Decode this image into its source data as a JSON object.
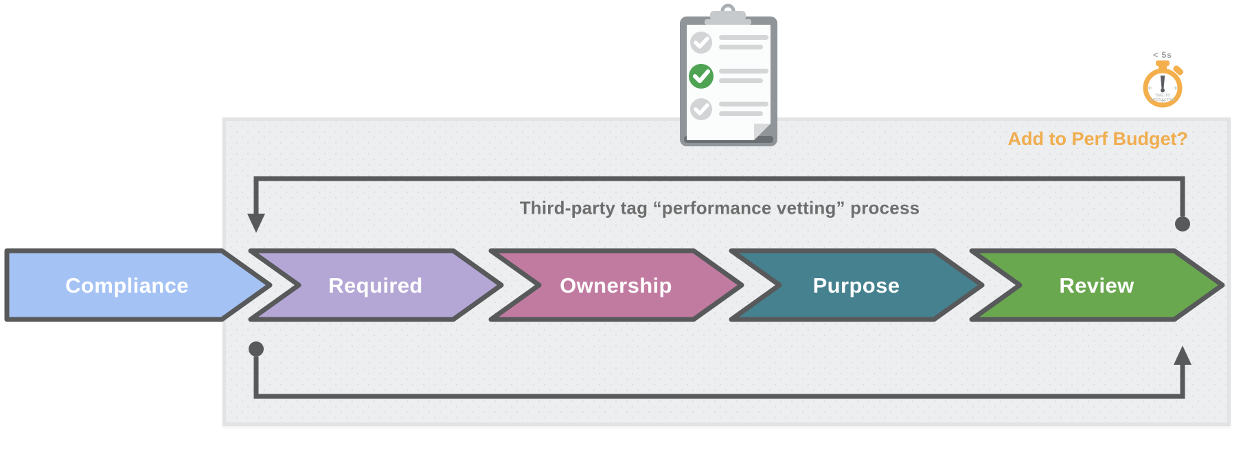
{
  "process": {
    "title": "Third-party tag “performance vetting” process",
    "question": "Add to Perf Budget?",
    "stages": [
      {
        "label": "Compliance",
        "color": "#A4C2F4"
      },
      {
        "label": "Required",
        "color": "#B4A7D6"
      },
      {
        "label": "Ownership",
        "color": "#C27BA0"
      },
      {
        "label": "Purpose",
        "color": "#45818E"
      },
      {
        "label": "Review",
        "color": "#6AA84F"
      }
    ]
  },
  "stopwatch": {
    "caption": "< 5s",
    "face_line1": "TIME-TO",
    "face_line2": "INTERACTIVE"
  },
  "clipboard": {
    "items": [
      {
        "state": "unchecked",
        "color": "#D2D4D6"
      },
      {
        "state": "checked",
        "color": "#4FA454"
      },
      {
        "state": "unchecked",
        "color": "#D2D4D6"
      }
    ]
  },
  "icons": {
    "clipboard": "checklist-clipboard-icon",
    "stopwatch": "stopwatch-icon"
  },
  "colors": {
    "outline": "#58595B",
    "accent_orange": "#F3AF4B",
    "heading_orange": "#F0AD4E",
    "title_gray": "#6E6E6E",
    "panel_fill": "#EDEEEF"
  }
}
